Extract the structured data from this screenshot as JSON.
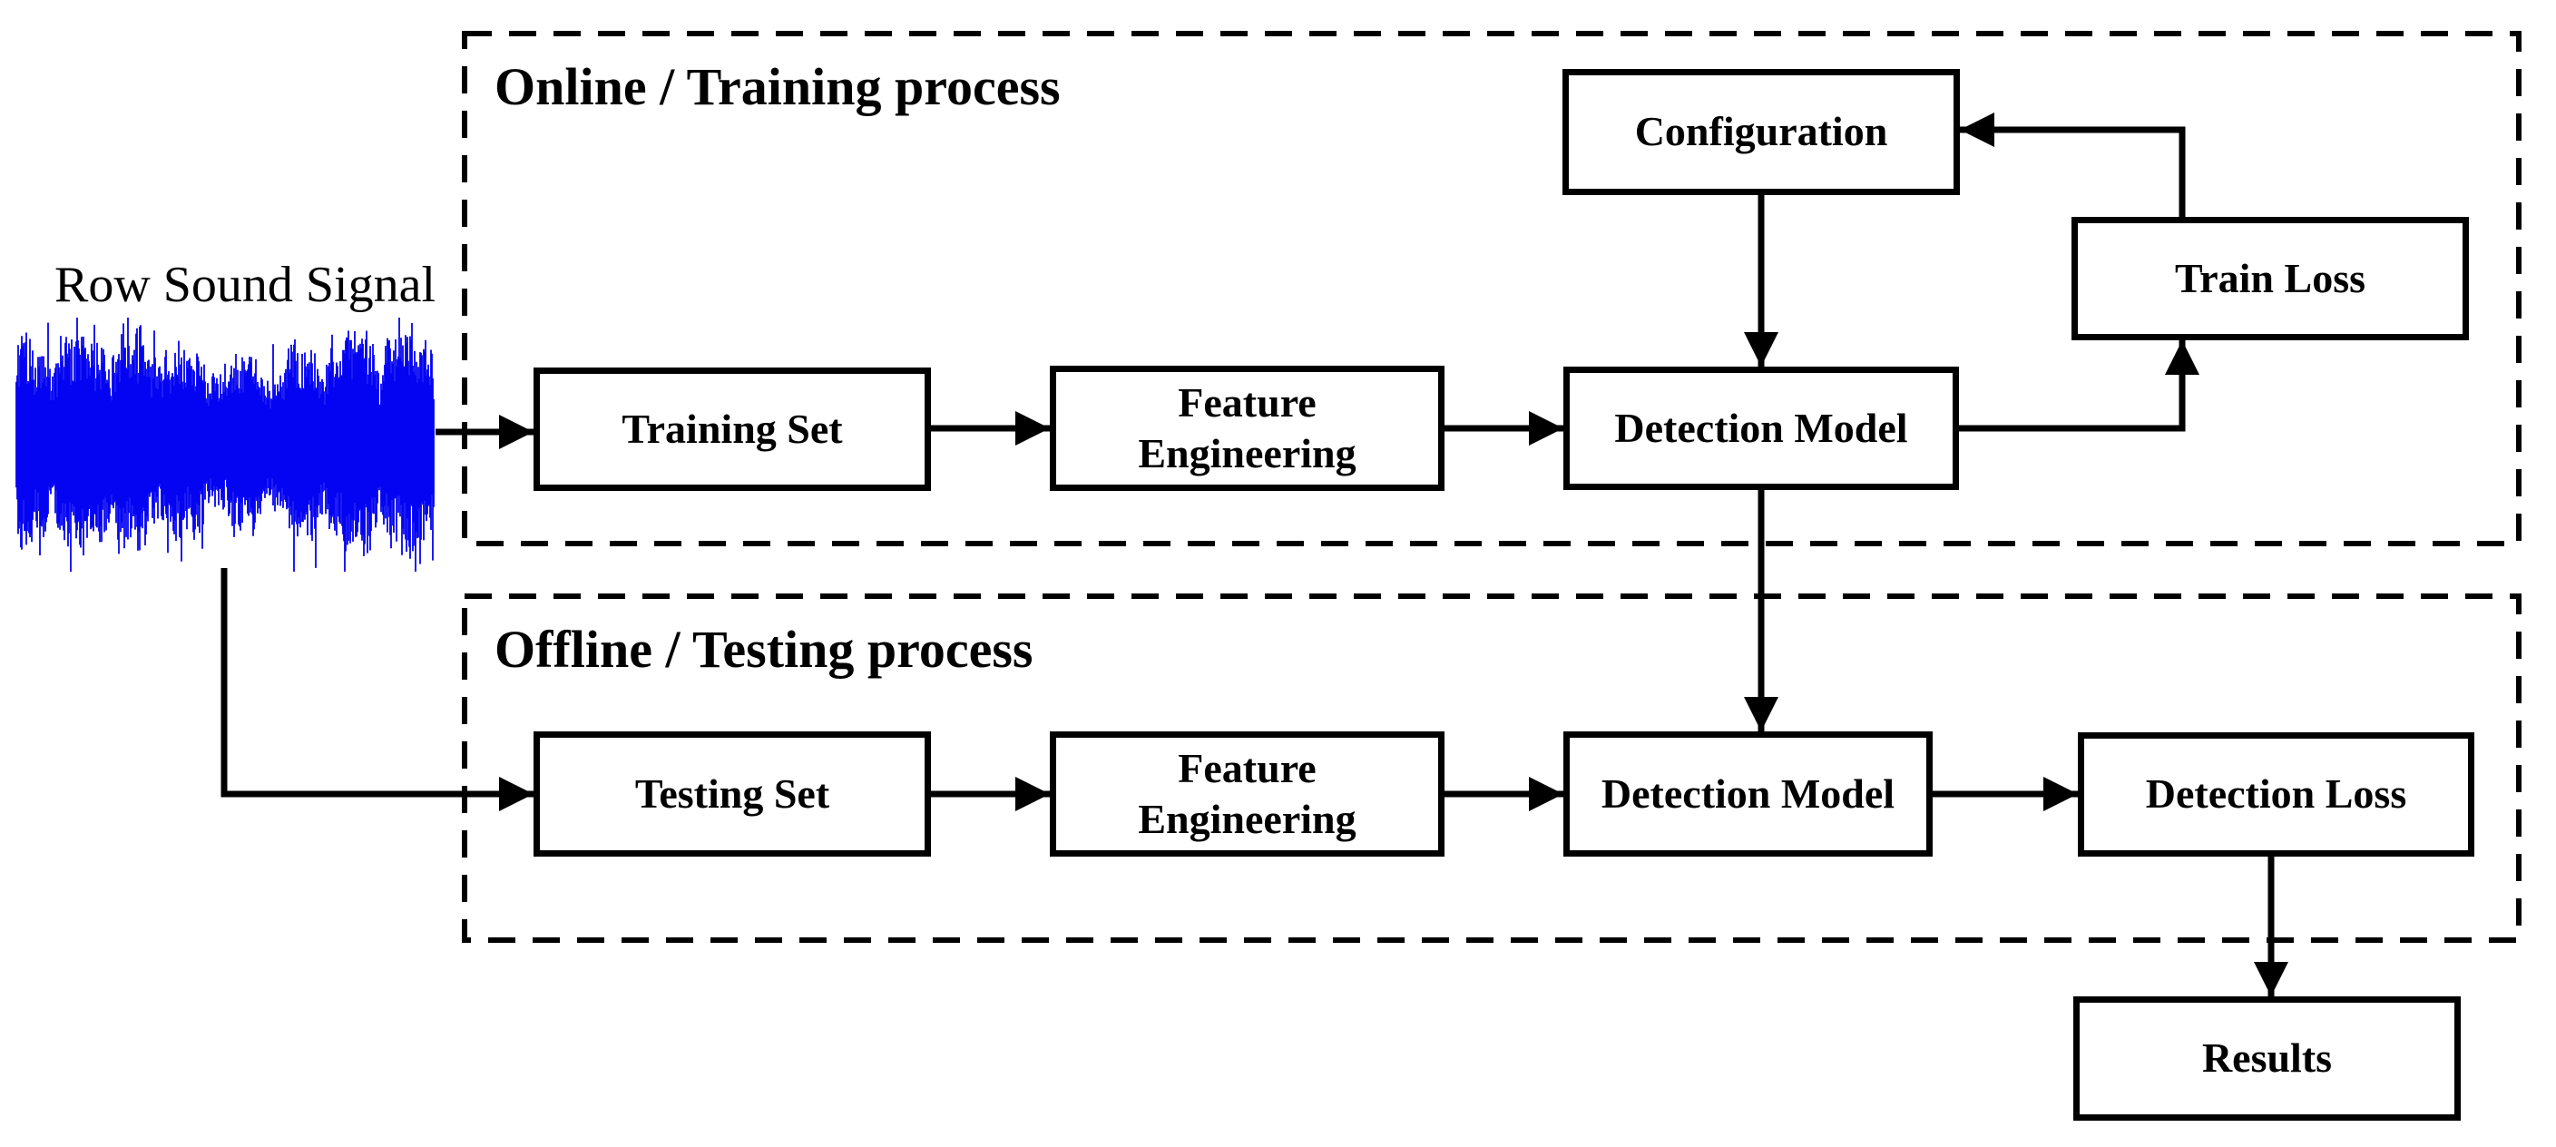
{
  "diagram": {
    "signal_label": "Row Sound Signal",
    "sections": {
      "training_title": "Online / Training process",
      "testing_title": "Offline / Testing process"
    },
    "nodes": {
      "configuration": "Configuration",
      "train_loss": "Train Loss",
      "training_set": "Training Set",
      "feature_engineering_training": "Feature Engineering",
      "detection_model_training": "Detection Model",
      "testing_set": "Testing Set",
      "feature_engineering_testing": "Feature Engineering",
      "detection_model_testing": "Detection Model",
      "detection_loss": "Detection Loss",
      "results": "Results"
    },
    "edges": [
      {
        "from": "row-sound-signal",
        "to": "training-set"
      },
      {
        "from": "row-sound-signal",
        "to": "testing-set"
      },
      {
        "from": "training-set",
        "to": "feature-engineering-training"
      },
      {
        "from": "feature-engineering-training",
        "to": "detection-model-training"
      },
      {
        "from": "configuration",
        "to": "detection-model-training"
      },
      {
        "from": "detection-model-training",
        "to": "train-loss"
      },
      {
        "from": "train-loss",
        "to": "configuration"
      },
      {
        "from": "detection-model-training",
        "to": "detection-model-testing"
      },
      {
        "from": "testing-set",
        "to": "feature-engineering-testing"
      },
      {
        "from": "feature-engineering-testing",
        "to": "detection-model-testing"
      },
      {
        "from": "detection-model-testing",
        "to": "detection-loss"
      },
      {
        "from": "detection-loss",
        "to": "results"
      }
    ]
  },
  "colors": {
    "line_black": "#000000",
    "waveform_blue": "#0404f2",
    "background": "#ffffff"
  }
}
